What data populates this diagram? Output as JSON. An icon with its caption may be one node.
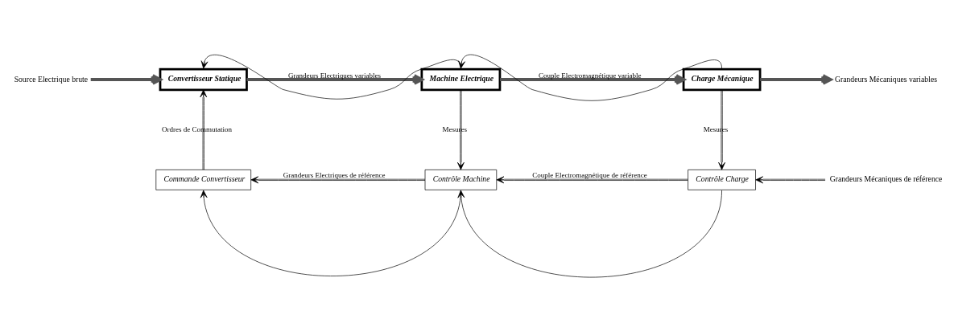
{
  "diagram": {
    "nodes": [
      {
        "text": [
          "Source Electrique brute"
        ]
      },
      {
        "text": [
          "Convertisseur Statique"
        ]
      },
      {
        "text": [
          "Machine Electrique"
        ]
      },
      {
        "text": [
          "Charge Mécanique"
        ]
      },
      {
        "text": [
          "Grandeurs Mécaniques variables"
        ]
      },
      {
        "text": [
          "Commande Convertisseur"
        ]
      },
      {
        "text": [
          "Contrôle Machine"
        ]
      },
      {
        "text": [
          "Contrôle Charge"
        ]
      },
      {
        "text": [
          "Grandeurs Mécaniques de référence"
        ]
      }
    ],
    "edges": [
      {
        "from": 0,
        "to": 1,
        "arrow": "to",
        "style": "thick"
      },
      {
        "from": 1,
        "to": 2,
        "arrow": "to",
        "style": "thick",
        "label": "Grandeurs Electriques variables"
      },
      {
        "from": 2,
        "to": 3,
        "arrow": "to",
        "style": "thick",
        "label": "Couple Electromagnétique variable"
      },
      {
        "from": 3,
        "to": 4,
        "arrow": "to",
        "style": "thick"
      },
      {
        "from": 2,
        "to": 1,
        "arrow": "to"
      },
      {
        "from": 3,
        "to": 2,
        "arrow": "to"
      },
      {
        "from": 5,
        "to": 1,
        "arrow": "to",
        "label": "Ordres de Commutation"
      },
      {
        "from": 2,
        "to": 6,
        "arrow": "to",
        "label": "Mesures"
      },
      {
        "from": 3,
        "to": 7,
        "arrow": "to",
        "label": "Mesures"
      },
      {
        "from": 6,
        "to": 5,
        "arrow": "to",
        "label": "Grandeurs Electriques de référence"
      },
      {
        "from": 7,
        "to": 6,
        "arrow": "to",
        "label": "Couple Electromagnétique de référence"
      },
      {
        "from": 8,
        "to": 7,
        "arrow": "to"
      },
      {
        "from": 6,
        "to": 5,
        "arrow": "to"
      },
      {
        "from": 7,
        "to": 6,
        "arrow": "to"
      }
    ]
  }
}
